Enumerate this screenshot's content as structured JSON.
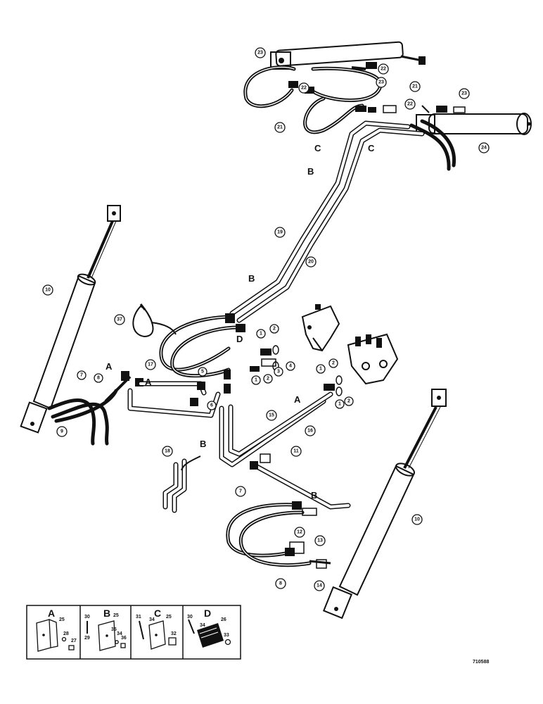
{
  "diagram": {
    "drawing_code": "710588",
    "section_letters": [
      "A",
      "B",
      "C",
      "D"
    ],
    "callouts": [
      "1",
      "2",
      "3",
      "4",
      "5",
      "6",
      "7",
      "8",
      "9",
      "10",
      "11",
      "12",
      "13",
      "14",
      "15",
      "16",
      "17",
      "18",
      "19",
      "20",
      "21",
      "22",
      "23",
      "24",
      "37"
    ],
    "inset_panels": [
      {
        "letter": "A",
        "numbers": [
          "25",
          "28",
          "27"
        ]
      },
      {
        "letter": "B",
        "numbers": [
          "30",
          "29",
          "25",
          "35",
          "34",
          "36"
        ]
      },
      {
        "letter": "C",
        "numbers": [
          "31",
          "34",
          "25",
          "32"
        ]
      },
      {
        "letter": "D",
        "numbers": [
          "30",
          "34",
          "26",
          "33"
        ]
      }
    ]
  }
}
